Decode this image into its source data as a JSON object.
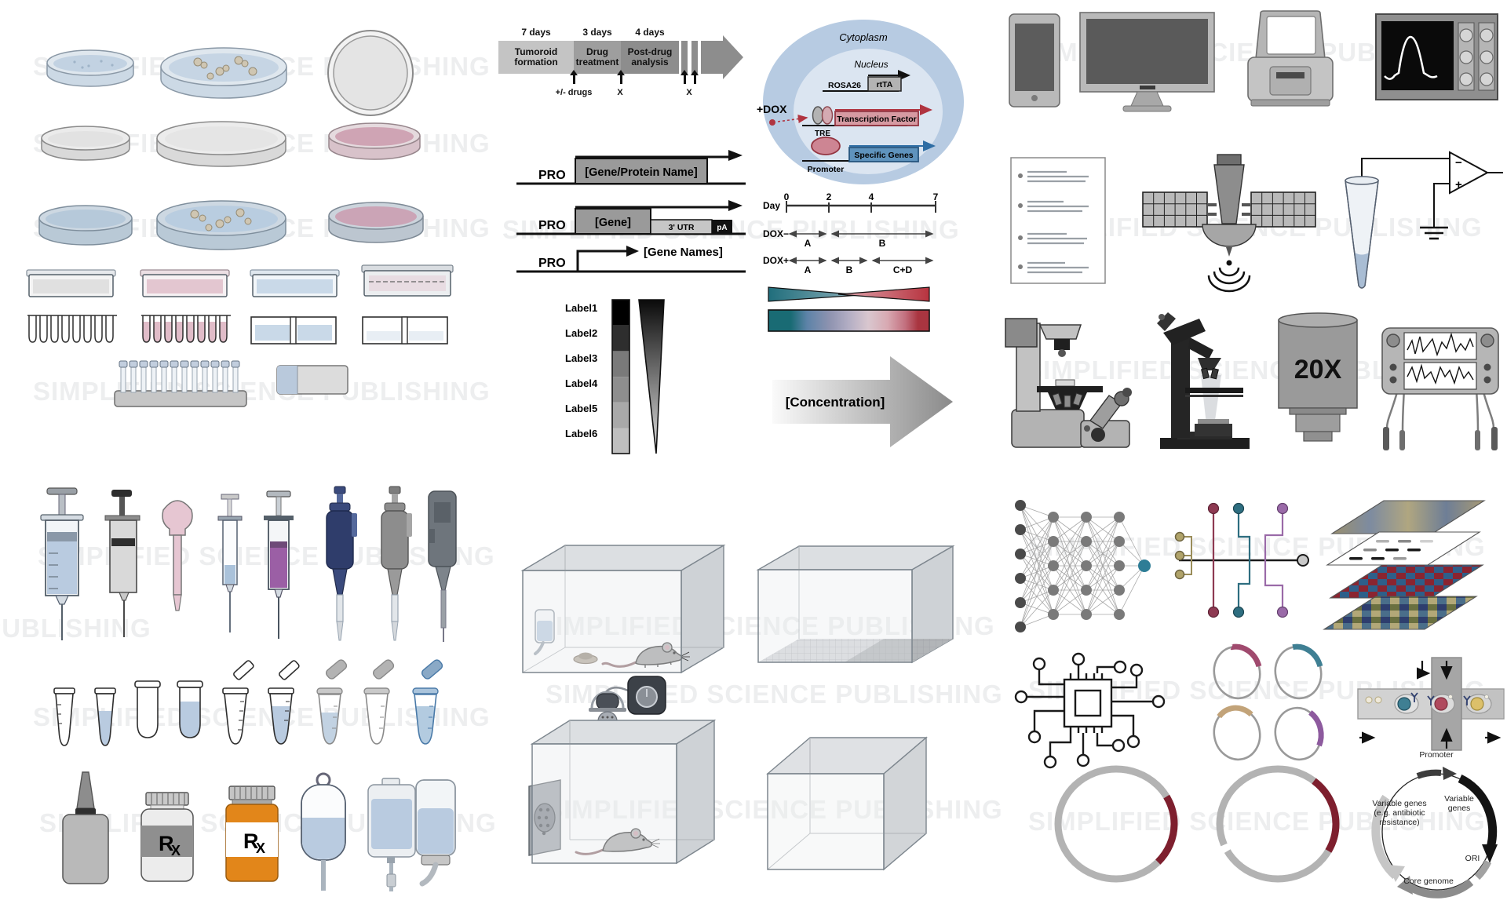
{
  "watermark": {
    "text": "SIMPLIFIED SCIENCE PUBLISHING"
  },
  "timeline": {
    "phases": [
      {
        "duration": "7 days",
        "label": "Tumoroid formation"
      },
      {
        "duration": "3 days",
        "label": "Drug treatment"
      },
      {
        "duration": "4 days",
        "label": "Post-drug analysis"
      }
    ],
    "drug_annotation": "+/- drugs",
    "x1": "X",
    "x2": "X"
  },
  "constructs": {
    "pro": "PRO",
    "c1_gene": "[Gene/Protein Name]",
    "c2_gene": "[Gene]",
    "c2_utr": "3' UTR",
    "c2_pa": "pA",
    "c3_gene": "[Gene Names]"
  },
  "gradient_legend": {
    "labels": [
      "Label1",
      "Label2",
      "Label3",
      "Label4",
      "Label5",
      "Label6"
    ]
  },
  "dox_cell": {
    "cytoplasm": "Cytoplasm",
    "nucleus": "Nucleus",
    "dox": "+DOX",
    "rosa26": "ROSA26",
    "rtta": "rtTA",
    "tre": "TRE",
    "tf": "Transcription Factor",
    "promoter": "Promoter",
    "genes": "Specific Genes"
  },
  "dox_schedule": {
    "day": "Day",
    "ticks": [
      "0",
      "2",
      "4",
      "7"
    ],
    "minus_label": "DOX−",
    "plus_label": "DOX+",
    "minus_segments": [
      "A",
      "B"
    ],
    "plus_segments": [
      "A",
      "B",
      "C+D"
    ]
  },
  "concentration_label": "[Concentration]",
  "objective_label": "20X",
  "rx": {
    "r": "R",
    "x": "X"
  },
  "opamp": {
    "minus": "−",
    "plus": "+"
  },
  "plasmid_map": {
    "promoter": "Promoter",
    "variable_genes": "Variable genes",
    "variable_genes_left": "Variable genes (e.g. antibiotic resistance)",
    "ori": "ORI",
    "core_genome": "Core genome"
  },
  "colors": {
    "watermark": "#8c8c96",
    "timeline_gray_light": "#c4c4c4",
    "timeline_gray_mid": "#9e9e9e",
    "timeline_gray_dark": "#8d8d8d",
    "blue_liquid": "#b9cbe0",
    "pink_media": "#cfa4b4",
    "cell_blue": "#b7cbe2",
    "nucleus_blue": "#dbe5f1",
    "tf_red": "#b03440",
    "gene_blue": "#5f93bd",
    "teal": "#1f6b74",
    "red": "#a93540",
    "dark_red": "#7e1f2e",
    "navy_pipette": "#2f3d6b",
    "purple_liquid": "#9b5fa5",
    "orange_bottle": "#e2861a",
    "nn_output_teal": "#2e7d96"
  }
}
